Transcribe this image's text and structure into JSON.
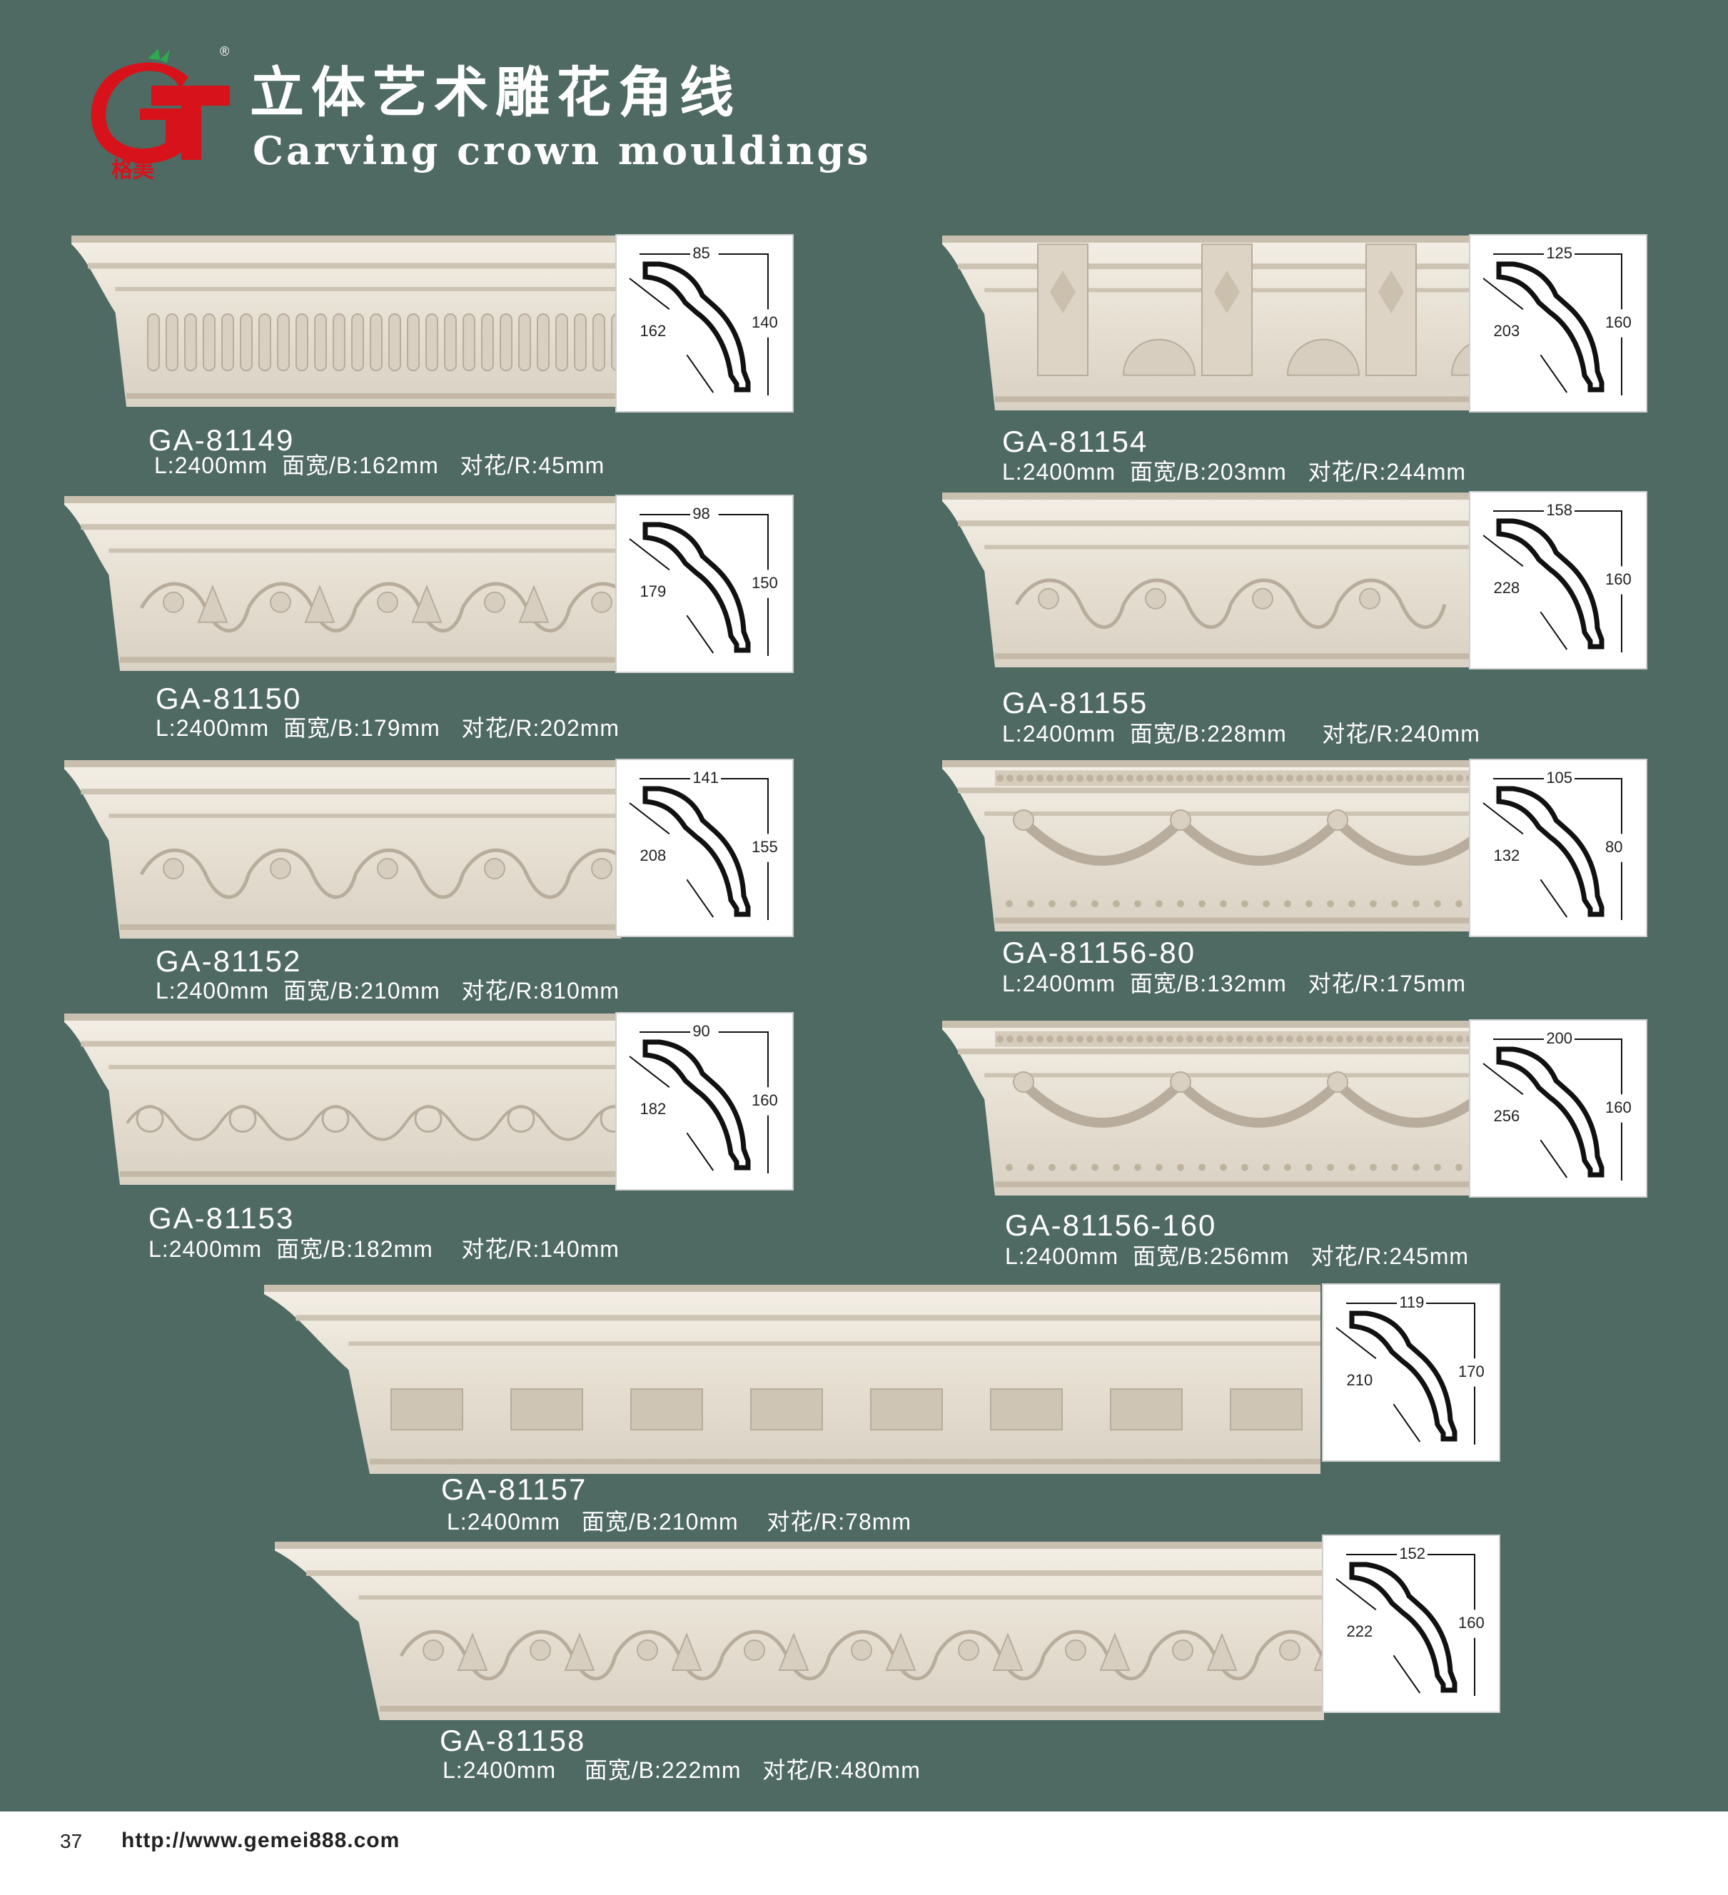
{
  "header": {
    "logo_text": "格美",
    "title_cn": "立体艺术雕花角线",
    "title_en": "Carving crown mouldings"
  },
  "products": [
    {
      "code": "GA-81149",
      "spec": "L:2400mm  面宽/B:162mm   对花/R:45mm",
      "dims": {
        "top": "85",
        "diag": "162",
        "side": "140"
      }
    },
    {
      "code": "GA-81154",
      "spec": "L:2400mm  面宽/B:203mm   对花/R:244mm",
      "dims": {
        "top": "125",
        "diag": "203",
        "side": "160"
      }
    },
    {
      "code": "GA-81150",
      "spec": "L:2400mm  面宽/B:179mm   对花/R:202mm",
      "dims": {
        "top": "98",
        "diag": "179",
        "side": "150"
      }
    },
    {
      "code": "GA-81155",
      "spec": "L:2400mm  面宽/B:228mm     对花/R:240mm",
      "dims": {
        "top": "158",
        "diag": "228",
        "side": "160"
      }
    },
    {
      "code": "GA-81152",
      "spec": "L:2400mm  面宽/B:210mm   对花/R:810mm",
      "dims": {
        "top": "141",
        "diag": "208",
        "side": "155"
      }
    },
    {
      "code": "GA-81156-80",
      "spec": "L:2400mm  面宽/B:132mm   对花/R:175mm",
      "dims": {
        "top": "105",
        "diag": "132",
        "side": "80"
      }
    },
    {
      "code": "GA-81153",
      "spec": "L:2400mm  面宽/B:182mm    对花/R:140mm",
      "dims": {
        "top": "90",
        "diag": "182",
        "side": "160"
      }
    },
    {
      "code": "GA-81156-160",
      "spec": "L:2400mm  面宽/B:256mm   对花/R:245mm",
      "dims": {
        "top": "200",
        "diag": "256",
        "side": "160"
      }
    },
    {
      "code": "GA-81157",
      "spec": "L:2400mm   面宽/B:210mm    对花/R:78mm",
      "dims": {
        "top": "119",
        "diag": "210",
        "side": "170"
      }
    },
    {
      "code": "GA-81158",
      "spec": "L:2400mm    面宽/B:222mm   对花/R:480mm",
      "dims": {
        "top": "152",
        "diag": "222",
        "side": "160"
      }
    }
  ],
  "footer": {
    "page_number": "37",
    "url": "http://www.gemei888.com"
  },
  "colors": {
    "background": "#4f6963",
    "moulding": "#ece6dc",
    "logo_red": "#d8121b",
    "logo_green": "#2fa84f"
  }
}
